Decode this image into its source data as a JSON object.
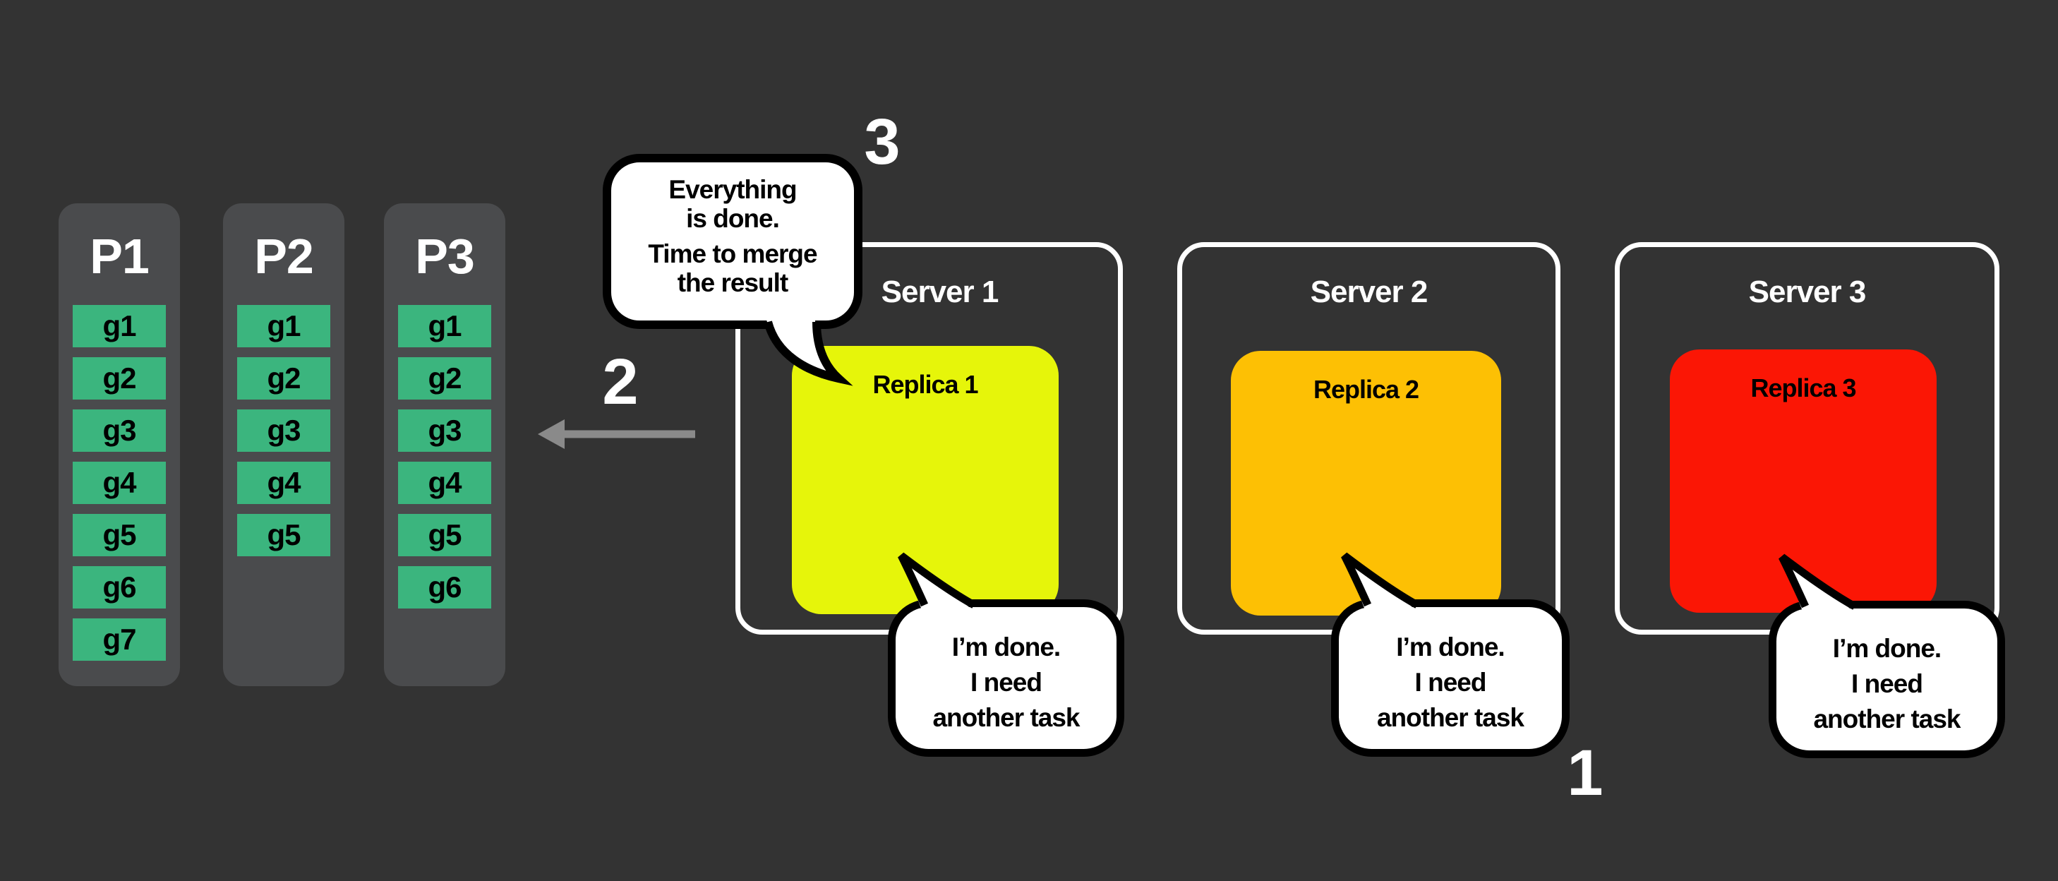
{
  "diagram": {
    "steps": {
      "step1": "1",
      "step2": "2",
      "step3": "3"
    },
    "merge_bubble": {
      "line1": "Everything",
      "line2": "is done.",
      "line3": "Time to merge",
      "line4": "the result"
    },
    "worker_bubble": {
      "line1": "I’m done.",
      "line2": "I need",
      "line3": "another task"
    },
    "partitions": [
      {
        "label": "P1",
        "tasks": [
          "g1",
          "g2",
          "g3",
          "g4",
          "g5",
          "g6",
          "g7"
        ]
      },
      {
        "label": "P2",
        "tasks": [
          "g1",
          "g2",
          "g3",
          "g4",
          "g5"
        ]
      },
      {
        "label": "P3",
        "tasks": [
          "g1",
          "g2",
          "g3",
          "g4",
          "g5",
          "g6"
        ]
      }
    ],
    "servers": [
      {
        "label": "Server 1",
        "replica_label": "Replica 1",
        "replica_color": "#E6F50A"
      },
      {
        "label": "Server 2",
        "replica_label": "Replica 2",
        "replica_color": "#FDC004"
      },
      {
        "label": "Server 3",
        "replica_label": "Replica 3",
        "replica_color": "#FB1605"
      }
    ],
    "colors": {
      "background": "#333333",
      "partition_panel": "#4A4B4D",
      "task_green": "#3BB57E",
      "server_border": "#FFFFFF",
      "bubble_fill": "#FFFFFF",
      "bubble_border": "#000000",
      "arrow_gray": "#8A8A8A",
      "step_label_white": "#FFFFFF"
    }
  }
}
